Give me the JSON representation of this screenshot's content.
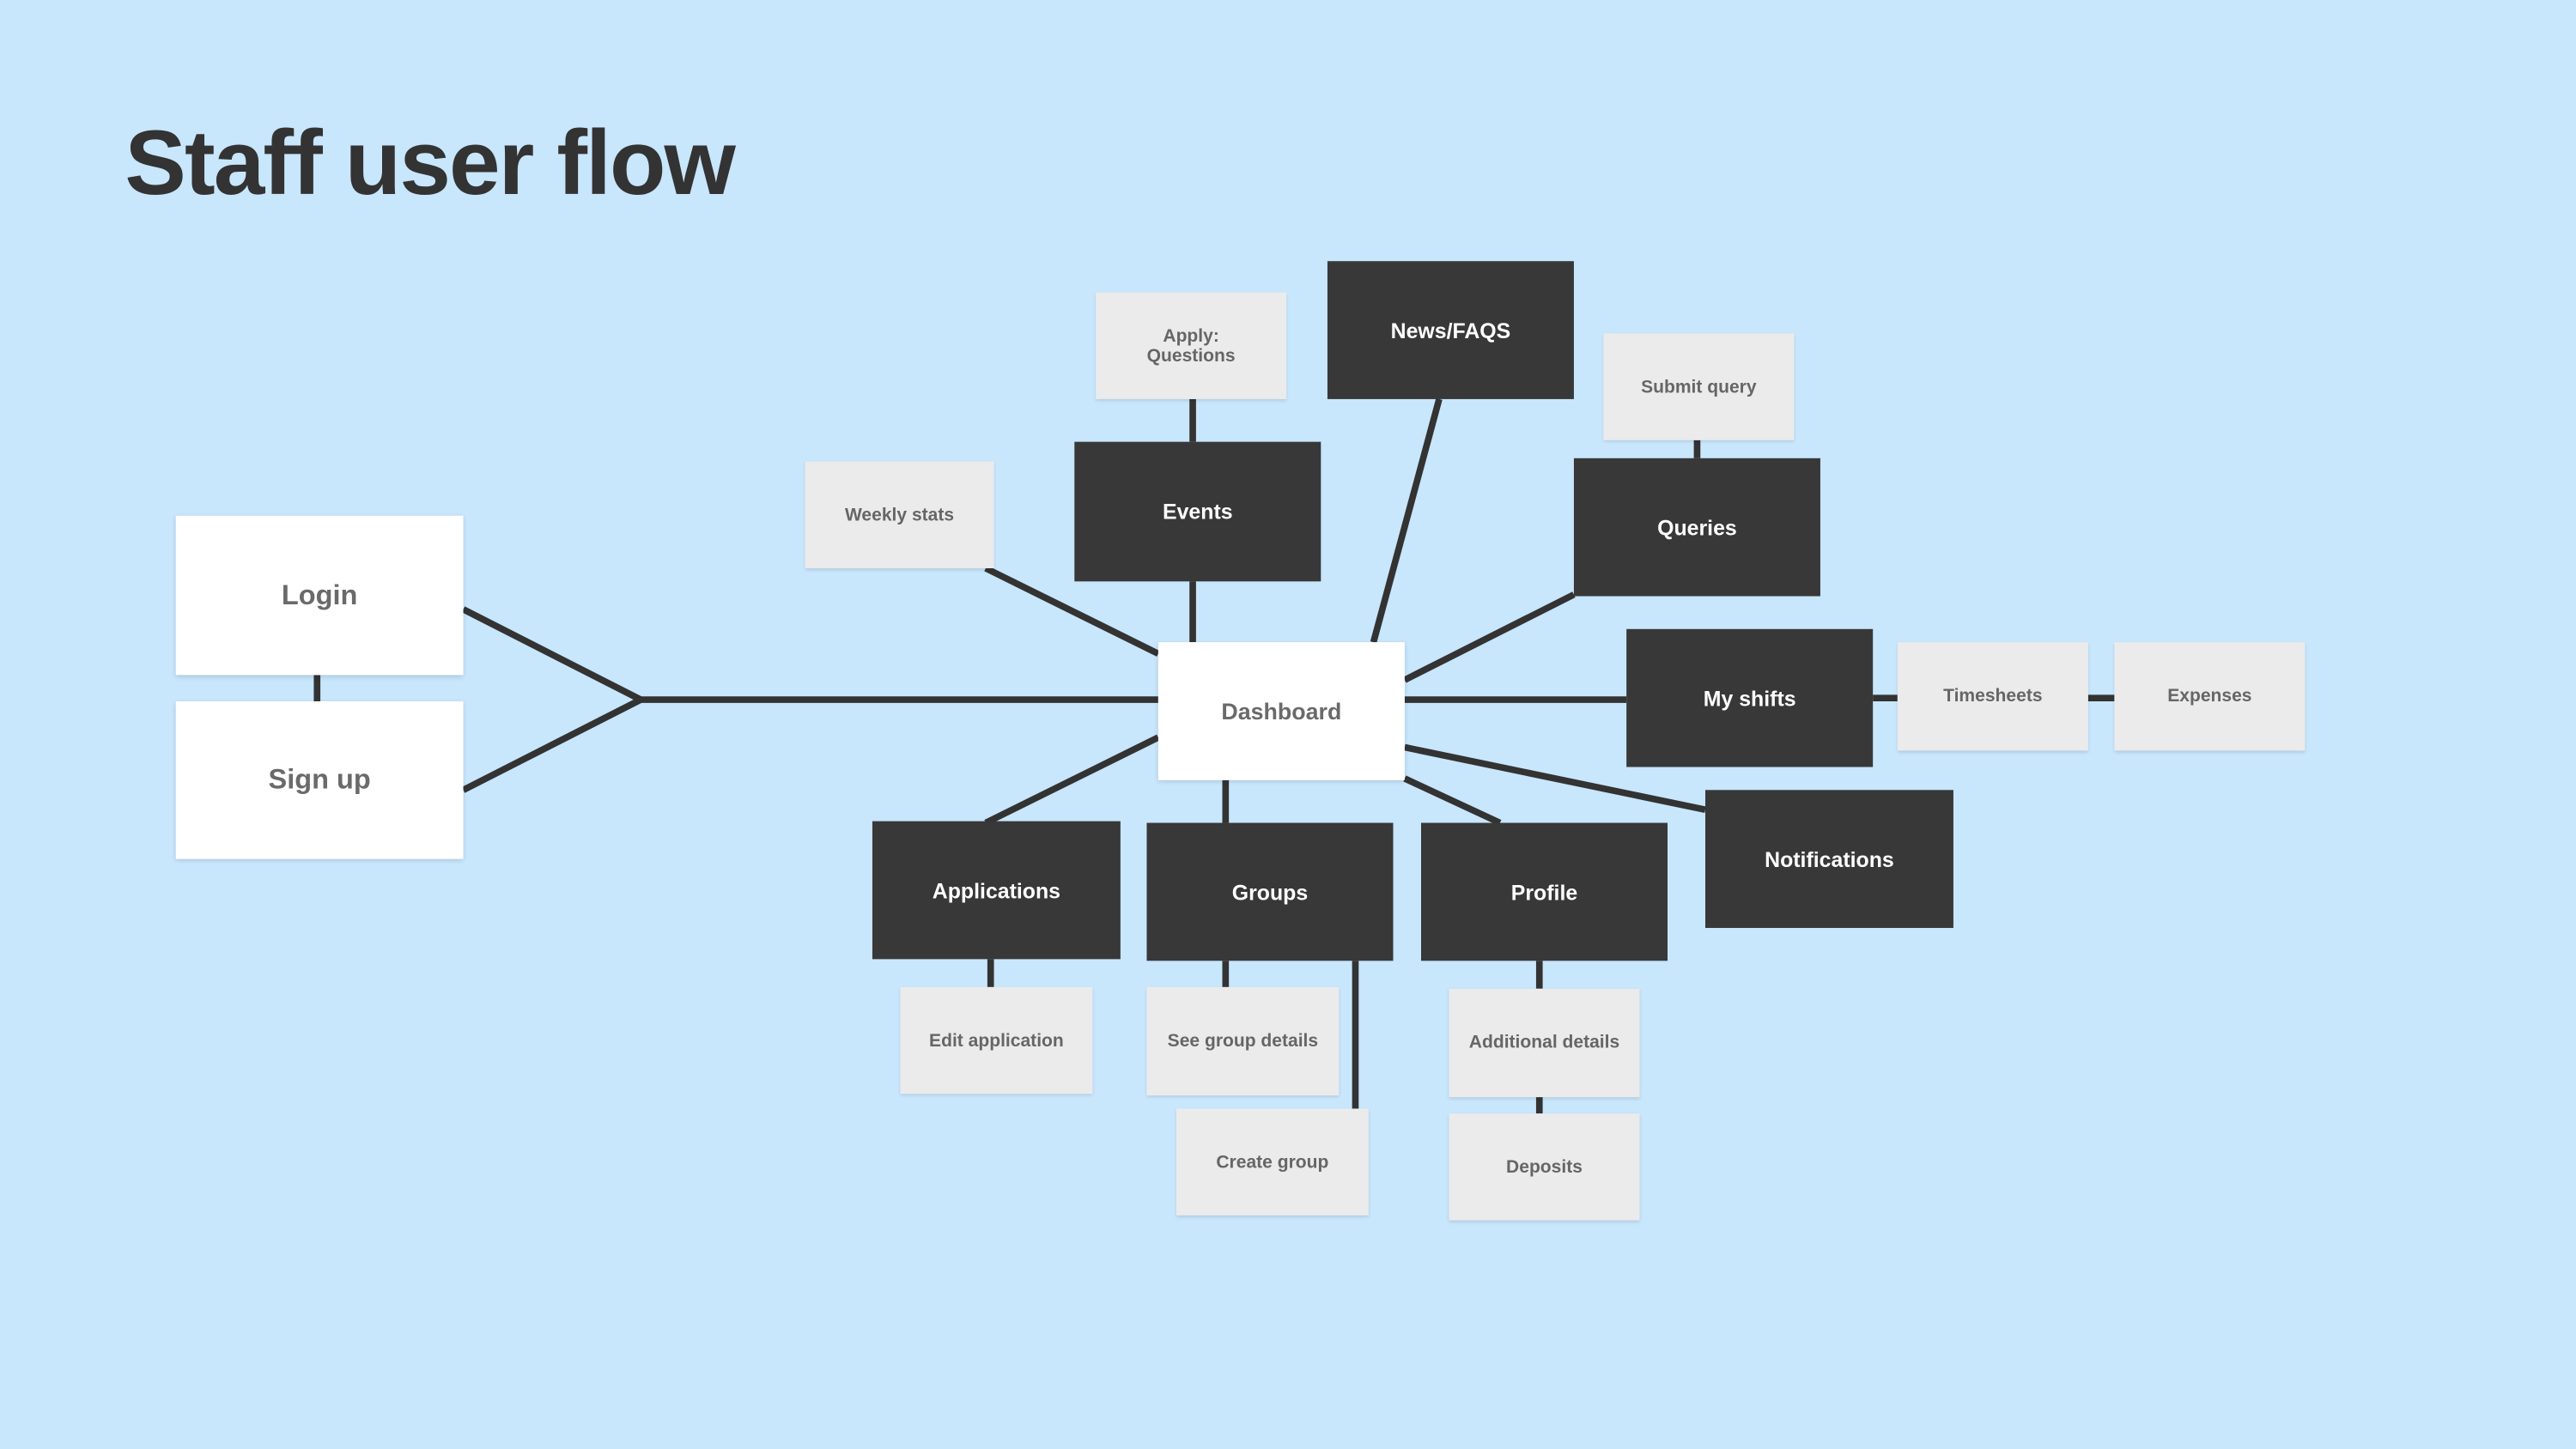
{
  "title": "Staff user flow",
  "colors": {
    "background": "#c8e6fc",
    "dark_node": "#383838",
    "light_node": "#ebebeb",
    "connector": "#333333"
  },
  "nodes": {
    "login": "Login",
    "signup": "Sign up",
    "dashboard": "Dashboard",
    "weekly_stats": "Weekly stats",
    "apply_questions": "Apply: Questions",
    "events": "Events",
    "news_faqs": "News/FAQS",
    "submit_query": "Submit query",
    "queries": "Queries",
    "my_shifts": "My shifts",
    "timesheets": "Timesheets",
    "expenses": "Expenses",
    "notifications": "Notifications",
    "applications": "Applications",
    "groups": "Groups",
    "profile": "Profile",
    "edit_application": "Edit application",
    "see_group_details": "See group details",
    "create_group": "Create group",
    "additional_details": "Additional details",
    "deposits": "Deposits"
  }
}
